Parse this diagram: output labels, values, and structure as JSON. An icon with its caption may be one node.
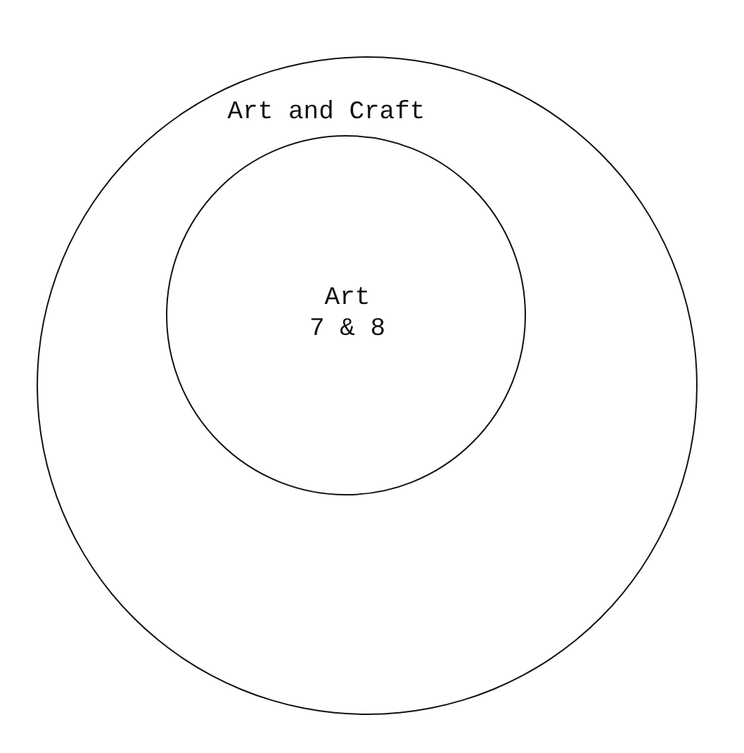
{
  "diagram": {
    "nodes": [
      {
        "text": [
          "Art and Craft"
        ]
      },
      {
        "text": [
          "Art",
          "7 & 8"
        ],
        "in": 0
      }
    ]
  }
}
